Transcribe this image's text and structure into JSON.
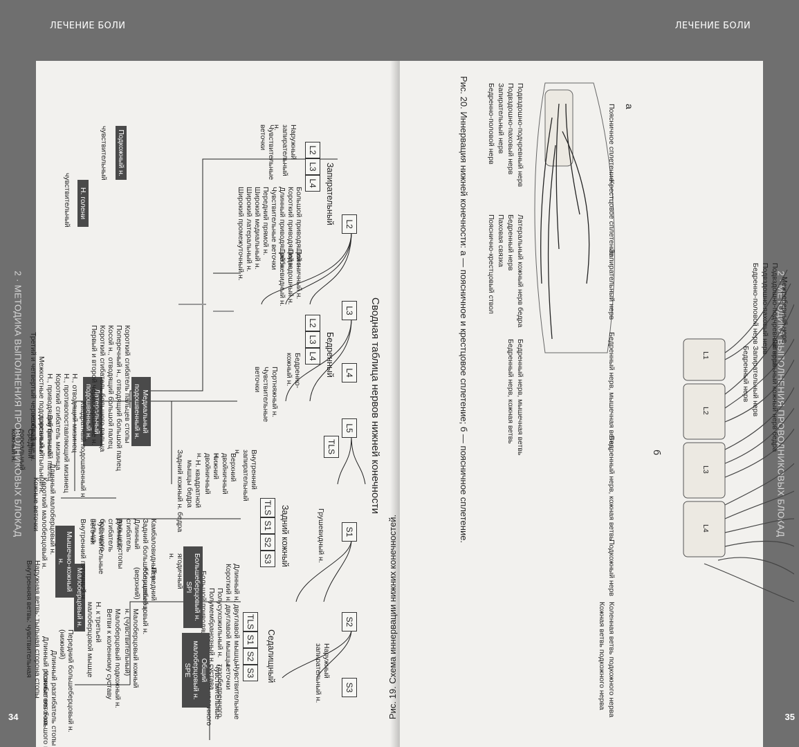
{
  "left_page": {
    "running_head": "ЛЕЧЕНИЕ БОЛИ",
    "edge_text": "2 · МЕТОДИКА ВЫПОЛНЕНИЯ ПРОВОДНИКОВЫХ БЛОКАД",
    "page_number": "34",
    "figure_title": "Сводная таблица нервов нижней конечности",
    "caption": "Рис. 19. Схема иннервации нижних конечностей.",
    "roots": [
      "L2",
      "L3",
      "L4",
      "L5",
      "S1",
      "S2",
      "S3"
    ],
    "tls": "TLS",
    "branch_labels": {
      "grushevid": "Грушевидный н.",
      "naruzh_zap": "Наружный запирательный н."
    },
    "zapiratelny": {
      "title": "Запирательный",
      "segments": [
        "L2",
        "L3",
        "L4"
      ],
      "nerves": [
        "Наружный запирательный н.",
        "Чувствительные веточки",
        "Большой приводящий н.",
        "Короткий приводящий н.",
        "Длинный приводящий н.",
        "Чувствительные веточки",
        "Передний прямой н.",
        "Широкий медиальный н.",
        "Широкий латеральный н.",
        "Широкий промежуточный н."
      ]
    },
    "bedrenny": {
      "title": "Бедренный",
      "segments": [
        "L2",
        "L3",
        "L4"
      ],
      "nerves": [
        "Поясничный н.",
        "Подвздошный н.",
        "Гребневидный н.",
        "Бедренно-кожный н.",
        "Портняжный н.",
        "Чувствительные веточки"
      ]
    },
    "zadny_kozhny": {
      "title": "Задний кожный",
      "segments": [
        "TLS",
        "S1",
        "S2",
        "S3"
      ],
      "nerves": [
        "Внутренний запирательный н.",
        "Верхний двойничный н.",
        "Нижний двойничный н.",
        "Н. квадратной мышцы бедра",
        "Задний кожный н. бедра",
        "Большой ягодичный н."
      ]
    },
    "sedalishny": {
      "title": "Седалищный",
      "segments": [
        "TLS",
        "S1",
        "S2",
        "S3"
      ],
      "nerves": [
        "Длинный н. двуглавой мышцы",
        "Короткий н. двуглавой мышцы",
        "Полусухожильный н.",
        "Полумембранозный н.",
        "Большой приводящий н.",
        "Чувствительные веточки тазобедренного сустава",
        "Чувствительные веточки коленного сустава"
      ]
    },
    "dark_boxes": {
      "podkozhny": "Подкожный н.",
      "n_goleni": "Н. голени",
      "medial_podoshv": "Медиальный подошвенный н.",
      "lateral_podoshv": "Латеральный подошвенный н.",
      "bolshebertsovy": "Большеберцовый н. SPI",
      "malobertsovy": "Малоберцовый н.",
      "obshchy_malobertsovy": "Общий малоберцовый н. SPE",
      "myshechno_kozhny": "Мышечно-кожный н."
    },
    "sens_labels": {
      "a": "чувствительный",
      "b": "чувствительный"
    },
    "medial_list": [
      "Короткий сгибатель пальцев стопы",
      "Поперечный н., отводящий большой палец",
      "Косой н., отводящий большой палец",
      "Короткий сгибатель большого пальца",
      "Первый и второй червеобразные н."
    ],
    "lateral_list": [
      "Квадратный подошвенный н.",
      "Н., отводящий мизинец",
      "Н., противопоставляющий мизинец",
      "Короткий сгибатель мизинца",
      "Н., приводящий большой палец",
      "Межкостные подошвенный и тыльный н.",
      "Третий и четвертый червеобразные н."
    ],
    "tibial_list": [
      "Камбаловидный н.",
      "Задний большеберцовый н.",
      "Длинный сгибатель пальцев стопы",
      "Длинный сгибатель большого пальца",
      "Чувствительные веточки",
      "Внутренний пяточный н.",
      "Н. к третьей малоберцовой мышце"
    ],
    "peroneal_list": [
      "Передний большеберцовый н. (верхний)",
      "Малоберцовый кожный н. (чувствительный)",
      "Малоберцовый подкожный н.",
      "Ветви к коленному суставу"
    ],
    "peroneal_list2": [
      "Передний большеберцовый н. (нижний)",
      "Длинный разгибатель стопы",
      "Длинный разгибатель большого пальца",
      "Кожные веточки",
      "Наружная ветвь: тыльная сторона стопы"
    ],
    "peroneal_inner": "Внутренняя ветвь: чувствительная",
    "musc_list": [
      "Длинный малоберцовый н.",
      "Короткий малоберцовый н.",
      "Кожные веточки"
    ],
    "dorsal_list": [
      "Внутренний дорсальный кожный н.",
      "Средний дорсальный кожный н."
    ]
  },
  "right_page": {
    "running_head": "ЛЕЧЕНИЕ БОЛИ",
    "edge_text": "2 · МЕТОДИКА ВЫПОЛНЕНИЯ ПРОВОДНИКОВЫХ БЛОКАД",
    "page_number": "35",
    "caption": "Рис. 20. Иннервация нижней конечности: а — поясничное и крестцовое сплетение; б — поясничное сплетение.",
    "panel_a": "а",
    "panel_b": "б",
    "vertebrae": [
      "L1",
      "L2",
      "L3",
      "L4"
    ],
    "labels_b": [
      "Межреберный нерв",
      "Подвздошно-подчревный нерв",
      "Подвздошно-паховый нерв",
      "Бедренно-половой нерв",
      "Латеральный кожный нерв бедра",
      "Запирательный нерв",
      "Бедренный нерв"
    ],
    "labels_a_top": [
      "Поясничное сплетение",
      "Крестцовое сплетение",
      "Запирательный нерв",
      "Бедренный нерв, мышечная ветвь",
      "Бедренный нерв, кожная ветвь",
      "Подкожный нерв",
      "Коленная ветвь подкожного нерва",
      "Кожная ветвь подкожного нерва"
    ],
    "labels_a_bottom": [
      "Подвздошно-подчревный нерв",
      "Подвздошно-паховый нерв",
      "Запирательный нерв",
      "Бедренно-половой нерв",
      "Латеральный кожный нерв бедра",
      "Бедренный нерв",
      "Паховая связка",
      "Пояснично-крестцовый ствол",
      "Бедренный нерв, мышечная ветвь",
      "Бедренный нерв, кожная ветвь"
    ]
  }
}
